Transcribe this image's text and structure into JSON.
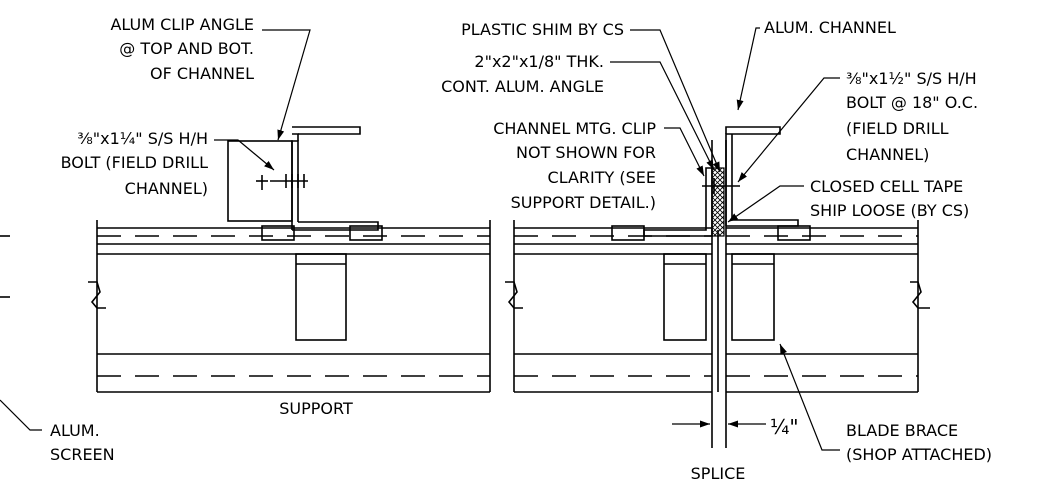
{
  "labels": {
    "clip_angle_1": "ALUM CLIP ANGLE",
    "clip_angle_2": "@ TOP AND BOT.",
    "clip_angle_3": "OF CHANNEL",
    "bolt_left_1": "⅜\"x1¼\" S/S H/H",
    "bolt_left_2": "BOLT (FIELD DRILL",
    "bolt_left_3": "CHANNEL)",
    "plastic_shim": "PLASTIC SHIM BY CS",
    "cont_angle_1": "2\"x2\"x1/8\" THK.",
    "cont_angle_2": "CONT. ALUM. ANGLE",
    "mtg_clip_1": "CHANNEL MTG. CLIP",
    "mtg_clip_2": "NOT SHOWN FOR",
    "mtg_clip_3": "CLARITY (SEE",
    "mtg_clip_4": "SUPPORT DETAIL.)",
    "alum_channel": "ALUM. CHANNEL",
    "bolt_right_1": "⅜\"x1½\" S/S H/H",
    "bolt_right_2": "BOLT @ 18\" O.C.",
    "bolt_right_3": "(FIELD DRILL",
    "bolt_right_4": "CHANNEL)",
    "tape_1": "CLOSED CELL TAPE",
    "tape_2": "SHIP LOOSE (BY CS)",
    "support": "SUPPORT",
    "screen_1": "ALUM.",
    "screen_2": "SCREEN",
    "splice": "SPLICE",
    "gap": "¼\"",
    "brace_1": "BLADE BRACE",
    "brace_2": "(SHOP ATTACHED)"
  }
}
